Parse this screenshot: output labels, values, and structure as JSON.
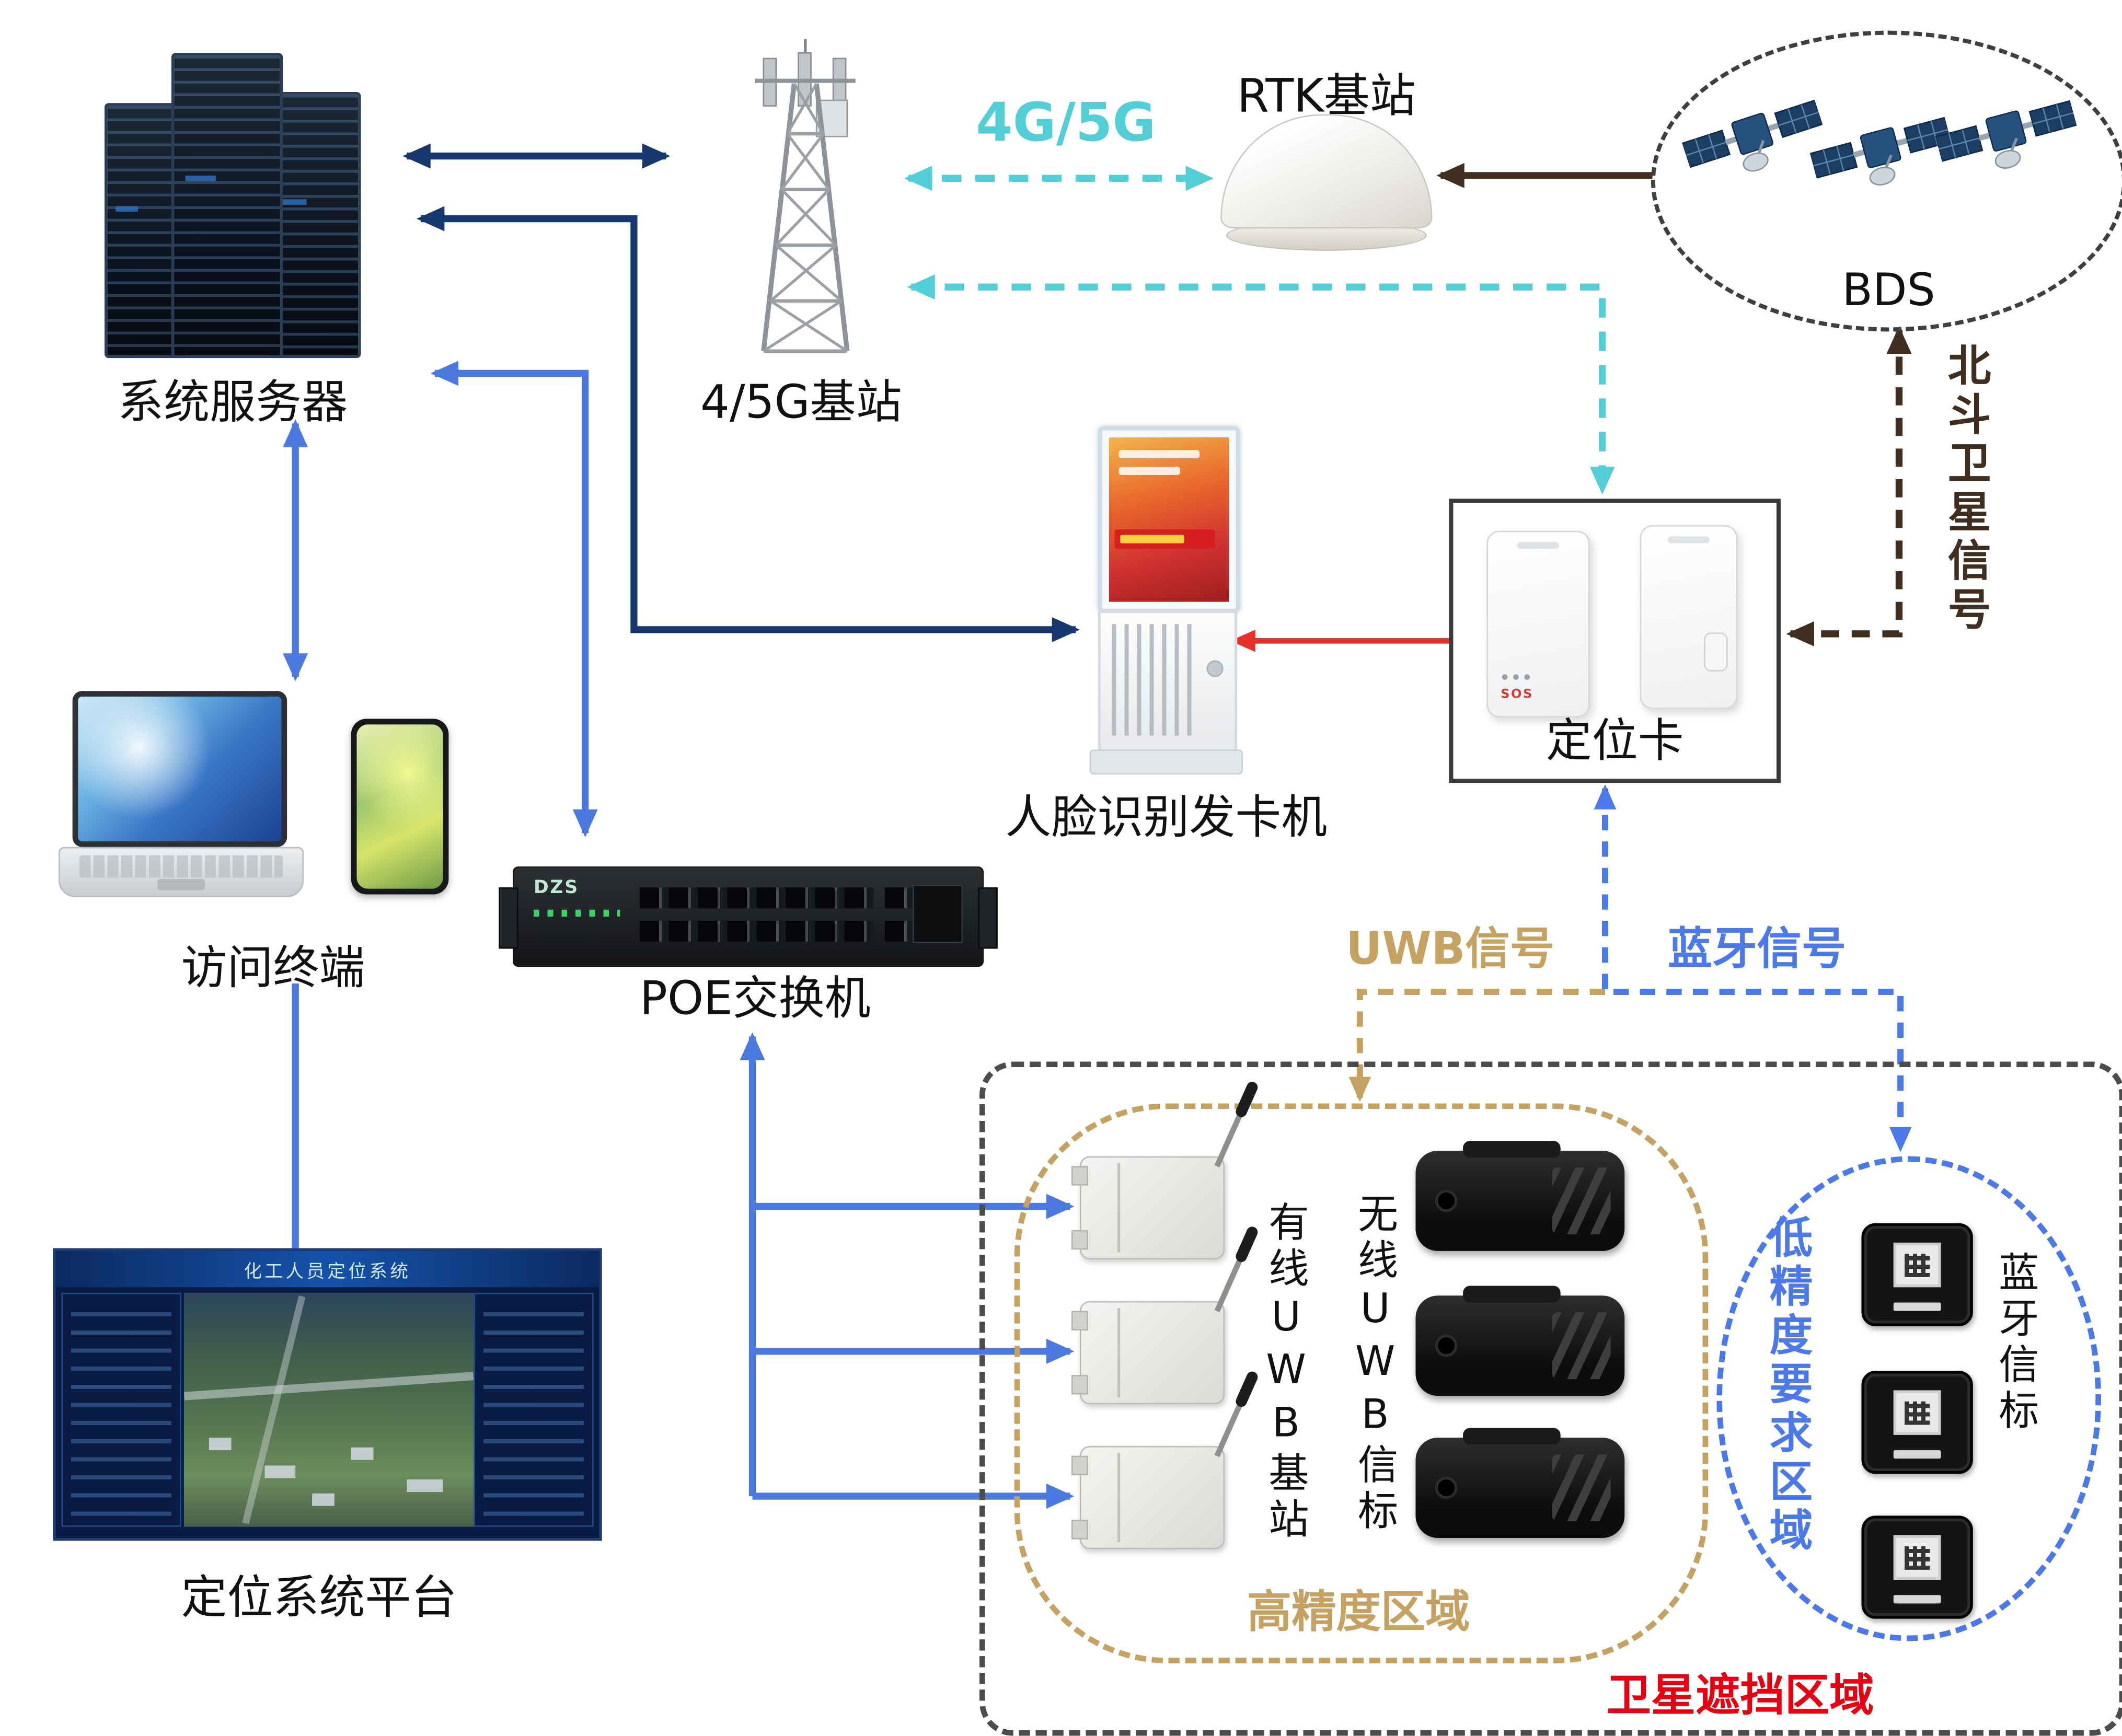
{
  "labels": {
    "server": "系统服务器",
    "tower": "4/5G基站",
    "g45": "4G/5G",
    "rtk": "RTK基站",
    "bds": "BDS",
    "beidou_signal": "北斗卫星信号",
    "kiosk": "人脸识别发卡机",
    "tag_box": "定位卡",
    "terminal": "访问终端",
    "poe": "POE交换机",
    "platform": "定位系统平台",
    "uwb_signal": "UWB信号",
    "bt_signal": "蓝牙信号",
    "wired_uwb": "有线UWB基站",
    "wireless_uwb": "无线UWB信标",
    "bt_beacon": "蓝牙信标",
    "low_precision": "低精度要求区域",
    "high_precision": "高精度区域",
    "satellite_blocked": "卫星遮挡区域",
    "platform_title": "化工人员定位系统",
    "sos": "SOS",
    "poe_logo": "DZS"
  },
  "colors": {
    "navy_arrow": "#16386e",
    "blue_arrow": "#4b79e0",
    "cyan_signal": "#53cdd6",
    "brown_signal": "#402e20",
    "red_link": "#e8312a",
    "uwb_tan": "#c5a261",
    "bt_blue": "#4b79e8",
    "blocked_red": "#e60012",
    "region_gray": "#4c4c4c"
  }
}
